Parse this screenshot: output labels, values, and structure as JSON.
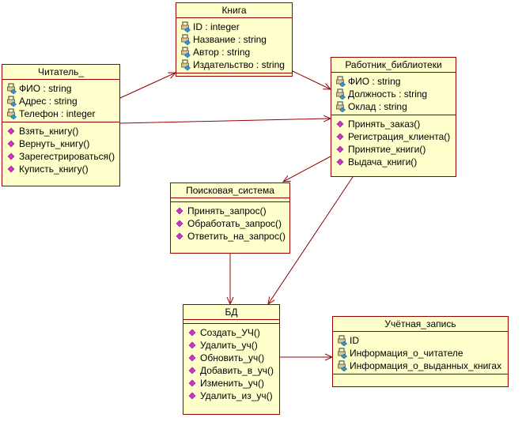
{
  "classes": {
    "book": {
      "name": "Книга",
      "attributes": [
        "ID : integer",
        "Название : string",
        "Автор : string",
        "Издательство : string"
      ],
      "operations": []
    },
    "reader": {
      "name": "Читатель_",
      "attributes": [
        "ФИО : string",
        "Адрес : string",
        "Телефон : integer"
      ],
      "operations": [
        "Взять_книгу()",
        "Вернуть_книгу()",
        "Зарегестрироваться()",
        "Купиcть_книгу()"
      ]
    },
    "librarian": {
      "name": "Работник_библиотеки",
      "attributes": [
        "ФИО : string",
        "Должность : string",
        "Оклад : string"
      ],
      "operations": [
        "Принять_заказ()",
        "Регистрация_клиента()",
        "Принятие_книги()",
        "Выдача_книги()"
      ]
    },
    "search": {
      "name": "Поисковая_система",
      "attributes": [],
      "operations": [
        "Принять_запрос()",
        "Обработать_запрос()",
        "Ответить_на_запрос()"
      ]
    },
    "db": {
      "name": "БД",
      "attributes": [],
      "operations": [
        "Создать_УЧ()",
        "Удалить_уч()",
        "Обновить_уч()",
        "Добавить_в_уч()",
        "Изменить_уч()",
        "Удалить_из_уч()"
      ]
    },
    "account": {
      "name": "Учётная_запись",
      "attributes": [
        "ID",
        "Информация_о_читателе",
        "Информация_о_выданных_книгах"
      ],
      "operations": []
    }
  },
  "colors": {
    "border": "#990000",
    "fill": "#ffffcc",
    "operation_icon": "#cc33cc",
    "attribute_icon": "#3399cc"
  },
  "icons": {
    "attribute": "attribute-icon",
    "operation": "operation-icon"
  }
}
